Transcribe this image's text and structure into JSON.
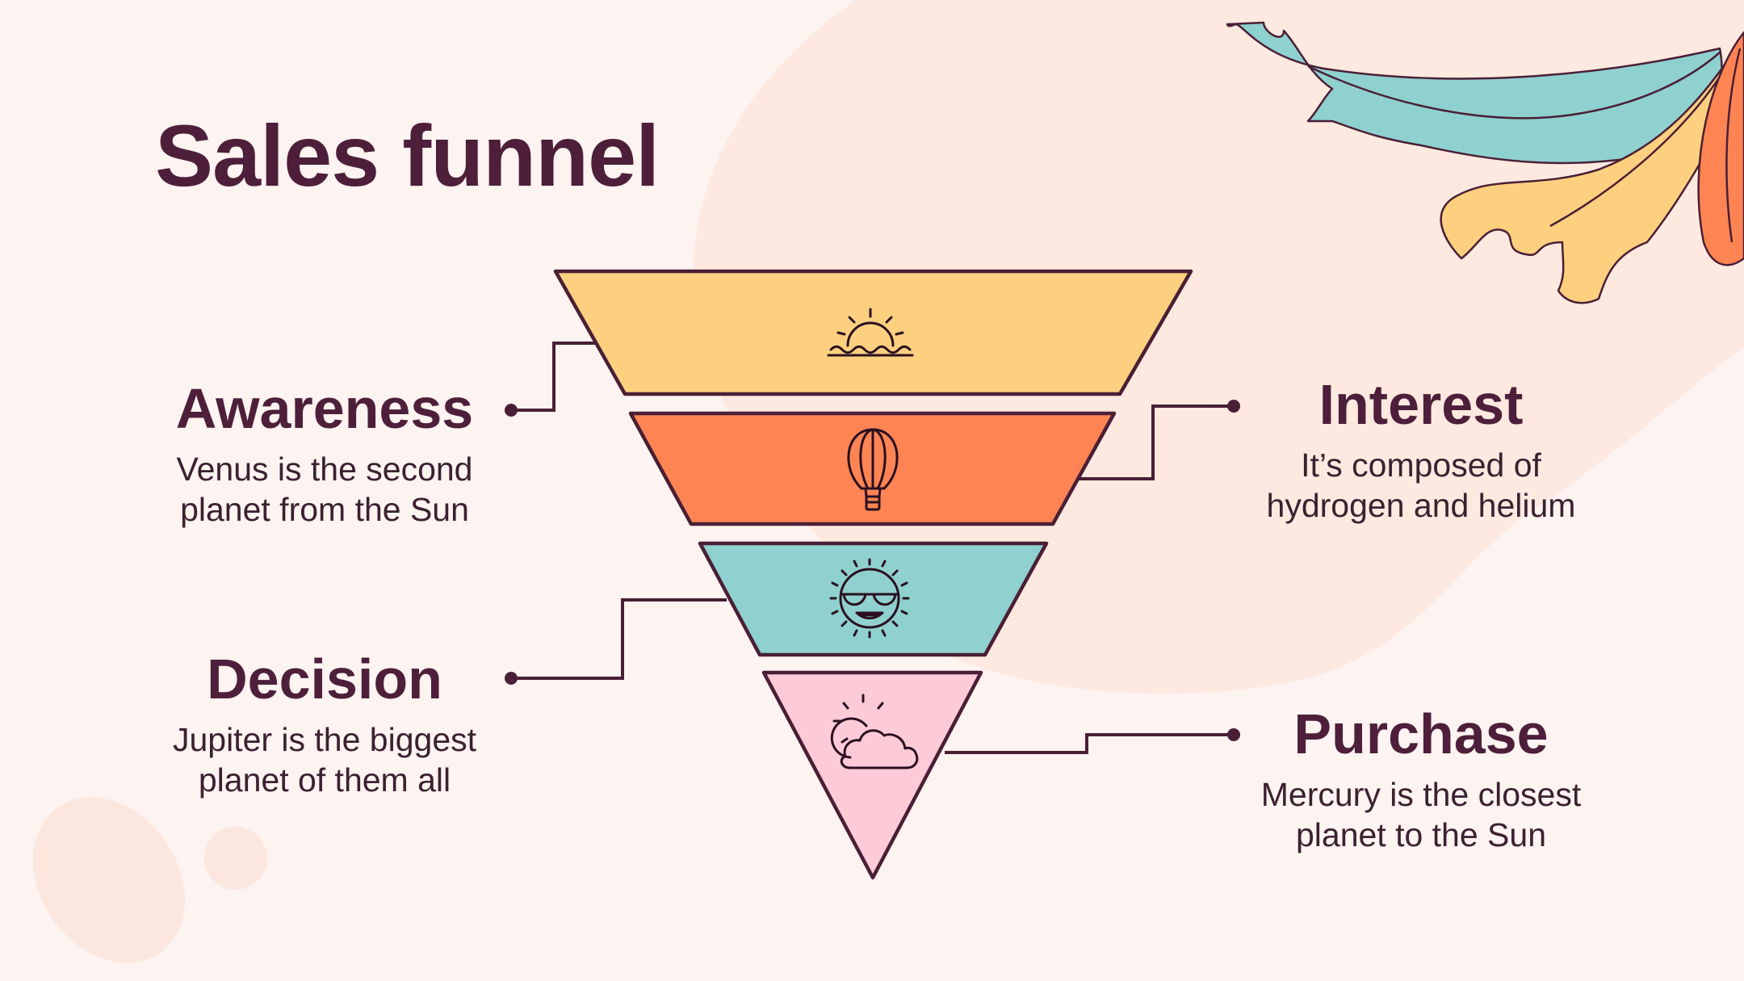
{
  "title": "Sales funnel",
  "stages": [
    {
      "name": "Awareness",
      "description": "Venus is the second planet from the Sun",
      "line1": "Venus is the second",
      "line2": "planet from the Sun",
      "color": "#fdd07f",
      "icon": "sunrise-icon"
    },
    {
      "name": "Interest",
      "description": "It’s composed of hydrogen and helium",
      "line1": "It’s composed of",
      "line2": "hydrogen and helium",
      "color": "#fe8454",
      "icon": "hot-air-balloon-icon"
    },
    {
      "name": "Decision",
      "description": "Jupiter is the biggest planet of them all",
      "line1": "Jupiter is the biggest",
      "line2": "planet of them all",
      "color": "#8fd1cf",
      "icon": "sun-with-sunglasses-icon"
    },
    {
      "name": "Purchase",
      "description": "Mercury is the closest planet to the Sun",
      "line1": "Mercury is the closest",
      "line2": "planet to the Sun",
      "color": "#fdcad8",
      "icon": "sun-behind-cloud-icon"
    }
  ],
  "colors": {
    "background": "#fdf3f0",
    "blob": "#fde9e0",
    "text": "#4d1f3a",
    "outline": "#4a1f35",
    "leaf_teal": "#8fd1cf",
    "leaf_yellow": "#fdd07f",
    "leaf_orange": "#fe8454"
  }
}
